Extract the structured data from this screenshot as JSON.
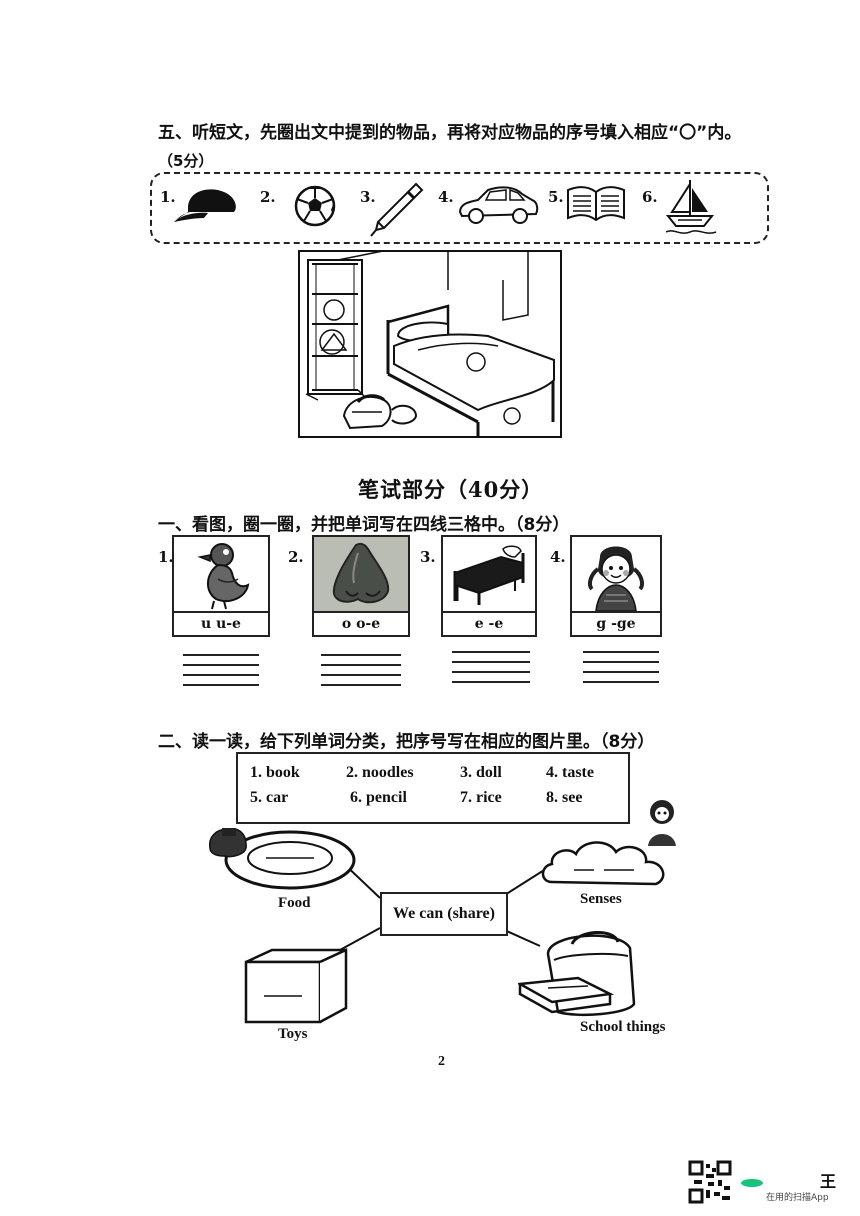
{
  "section5": {
    "title": "五、听短文，先圈出文中提到的物品，再将对应物品的序号填入相应“〇”内。",
    "score": "（5分）",
    "items": [
      {
        "num": "1.",
        "icon": "cap-icon"
      },
      {
        "num": "2.",
        "icon": "football-icon"
      },
      {
        "num": "3.",
        "icon": "pen-icon"
      },
      {
        "num": "4.",
        "icon": "car-icon"
      },
      {
        "num": "5.",
        "icon": "book-icon"
      },
      {
        "num": "6.",
        "icon": "boat-icon"
      }
    ]
  },
  "written": {
    "title": "笔试部分（40分）"
  },
  "part1": {
    "title": "一、看图，圈一圈，并把单词写在四线三格中。（8分）",
    "cards": [
      {
        "num": "1.",
        "hint": "u  u-e",
        "icon": "duck-icon"
      },
      {
        "num": "2.",
        "hint": "o  o-e",
        "icon": "nose-icon"
      },
      {
        "num": "3.",
        "hint": "e    -e",
        "icon": "bed-icon"
      },
      {
        "num": "4.",
        "hint": "g   -ge",
        "icon": "girl-icon"
      }
    ]
  },
  "part2": {
    "title": "二、读一读，给下列单词分类，把序号写在相应的图片里。（8分）",
    "words": [
      "1. book",
      "2. noodles",
      "3. doll",
      "4. taste",
      "5. car",
      "6. pencil",
      "7. rice",
      "8. see"
    ],
    "center": "We can (share)",
    "labels": {
      "food": "Food",
      "senses": "Senses",
      "toys": "Toys",
      "school": "School things"
    }
  },
  "page_number": "2",
  "footer": {
    "text": "在用的扫描App",
    "corner": "王"
  }
}
